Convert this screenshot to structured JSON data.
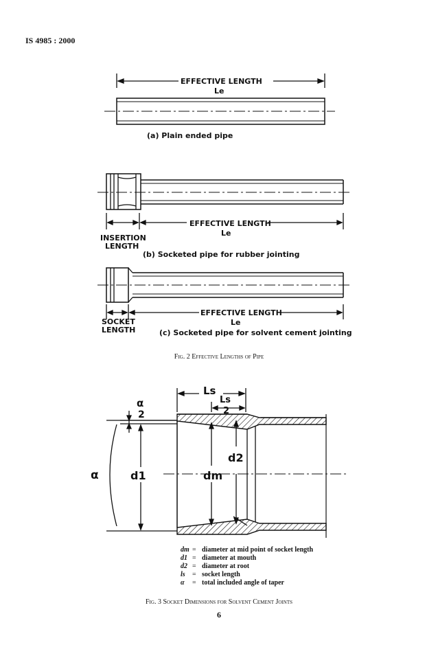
{
  "header": {
    "standard": "IS 4985 : 2000"
  },
  "fig2": {
    "a": {
      "dim_label": "EFFECTIVE LENGTH",
      "symbol": "Le",
      "caption": "(a) Plain ended pipe"
    },
    "b": {
      "dim_label": "EFFECTIVE LENGTH",
      "symbol": "Le",
      "left_label_1": "INSERTION",
      "left_label_2": "LENGTH",
      "caption": "(b) Socketed pipe for rubber jointing"
    },
    "c": {
      "dim_label": "EFFECTIVE LENGTH",
      "symbol": "Le",
      "left_label_1": "SOCKET",
      "left_label_2": "LENGTH",
      "caption": "(c) Socketed pipe for solvent cement jointing"
    },
    "caption": "Fig. 2 Effective Lengths of Pipe"
  },
  "fig3": {
    "labels": {
      "ls": "Ls",
      "ls_half_num": "Ls",
      "ls_half_den": "2",
      "alpha_half_num": "α",
      "alpha_half_den": "2",
      "alpha": "α",
      "d1": "d1",
      "dm": "dm",
      "d2": "d2"
    },
    "legend": [
      {
        "symbol": "dm",
        "text": "diameter at mid point of socket length"
      },
      {
        "symbol": "d1",
        "text": "diameter at mouth"
      },
      {
        "symbol": "d2",
        "text": "diameter at root"
      },
      {
        "symbol": "ls",
        "text": "socket length"
      },
      {
        "symbol": "α",
        "text": "total included angle of taper"
      }
    ],
    "caption": "Fig. 3 Socket Dimensions for Solvent Cement Joints"
  },
  "page": {
    "number": "6"
  }
}
